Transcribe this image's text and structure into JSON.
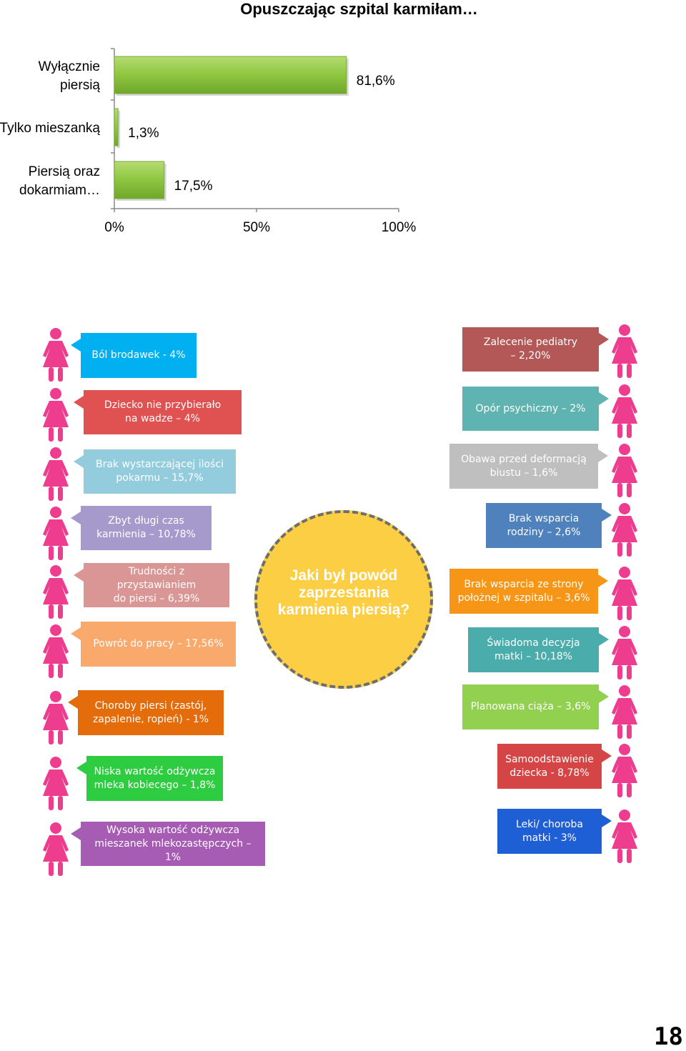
{
  "chart_data": {
    "type": "bar",
    "orientation": "horizontal",
    "title": "Opuszczając szpital karmiłam…",
    "categories": [
      "Wyłącznie piersią",
      "Tylko mieszanką",
      "Piersią oraz dokarmiam…"
    ],
    "category_lines": [
      [
        "Wyłącznie",
        "piersią"
      ],
      [
        "Tylko mieszanką"
      ],
      [
        "Piersią oraz",
        "dokarmiam…"
      ]
    ],
    "values": [
      81.6,
      1.3,
      17.5
    ],
    "data_labels": [
      "81,6%",
      "1,3%",
      "17,5%"
    ],
    "xlim": [
      0,
      100
    ],
    "xticks": [
      0,
      50,
      100
    ],
    "xtick_labels": [
      "0%",
      "50%",
      "100%"
    ],
    "bar_color": "#8dc63f",
    "grid": false
  },
  "infographic": {
    "center": "Jaki był powód zaprzestania karmienia piersią?",
    "left": [
      {
        "text": "Ból brodawek - 4%",
        "color": "#00b0f0"
      },
      {
        "text": "Dziecko nie przybierało\nna wadze – 4%",
        "color": "#e05252"
      },
      {
        "text": "Brak wystarczającej ilości\npokarmu – 15,7%",
        "color": "#93cddd"
      },
      {
        "text": "Zbyt długi czas\nkarmienia – 10,78%",
        "color": "#a59acb"
      },
      {
        "text": "Trudności z przystawianiem\ndo piersi – 6,39%",
        "color": "#d99694"
      },
      {
        "text": "Powrót do pracy – 17,56%",
        "color": "#f9a96b"
      },
      {
        "text": "Choroby piersi (zastój,\nzapalenie, ropień) - 1%",
        "color": "#e46c0a"
      },
      {
        "text": "Niska wartość odżywcza\nmleka kobiecego – 1,8%",
        "color": "#2ecc40"
      },
      {
        "text": "Wysoka wartość odżywcza\nmieszanek mlekozastępczych – 1%",
        "color": "#a65cb3"
      }
    ],
    "right": [
      {
        "text": "Zalecenie pediatry\n– 2,20%",
        "color": "#b35757"
      },
      {
        "text": "Opór psychiczny – 2%",
        "color": "#5fb3b0"
      },
      {
        "text": "Obawa przed deformacją\nbiustu – 1,6%",
        "color": "#bfbfbf"
      },
      {
        "text": "Brak wsparcia\nrodziny – 2,6%",
        "color": "#4f81bd"
      },
      {
        "text": "Brak wsparcia ze strony\npołożnej w szpitalu – 3,6%",
        "color": "#f79517"
      },
      {
        "text": "Świadoma decyzja\nmatki – 10,18%",
        "color": "#4bacac"
      },
      {
        "text": "Planowana ciąża – 3,6%",
        "color": "#92d050"
      },
      {
        "text": "Samoodstawienie\ndziecka - 8,78%",
        "color": "#d64545"
      },
      {
        "text": "Leki/ choroba\nmatki - 3%",
        "color": "#1f5fd6"
      }
    ],
    "icon": "woman-icon",
    "icon_color": "#ee3d8f",
    "circle_color": "#fcce43"
  },
  "page_number": "18"
}
